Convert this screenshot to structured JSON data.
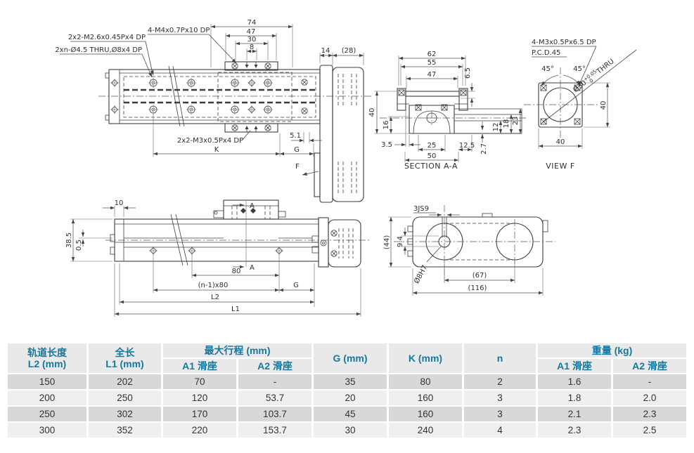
{
  "plan": {
    "callout_m26": "2x2-M2.6x0.45Px4 DP",
    "callout_drill": "2xn-Ø4.5 THRU,Ø8x4 DP",
    "callout_m4": "4-M4x0.7Px10 DP",
    "callout_m3": "2x2-M3x0.5Px4 DP",
    "d74": "74",
    "d47": "47",
    "d30": "30",
    "d8": "8",
    "d14": "14",
    "d28": "(28)",
    "d51": "5.1",
    "dk": "K",
    "dg": "G",
    "f": "F"
  },
  "section": {
    "title": "SECTION A-A",
    "d62": "62",
    "d55": "55",
    "d47": "47",
    "d6_5": "6.5",
    "d40": "40",
    "d16": "16",
    "d3_5": "3.5",
    "d25": "25",
    "d50": "50",
    "d12_5": "12.5",
    "d2_7": "2.7",
    "d12": "12",
    "d18": "18",
    "d23": "23"
  },
  "viewf": {
    "title": "VIEW F",
    "callout_m3": "4-M3x0.5Px6.5 DP",
    "pcd": "P.C.D.45",
    "bore": "Ø30",
    "bore_tol_up": "+0.05",
    "bore_tol_dn": "0",
    "bore_suffix": "THRU",
    "a45_left": "45°",
    "a45_right": "45°",
    "d40v": "40",
    "d40h": "40"
  },
  "side": {
    "d10": "10",
    "d38_5": "38.5",
    "d0_5": "0.5",
    "d80": "80",
    "dn": "(n-1)x80",
    "dg": "G",
    "dl2": "L2",
    "dl1": "L1",
    "a_top": "A",
    "a_bottom": "A"
  },
  "bottom": {
    "key": "3JS9",
    "d44": "(44)",
    "d9_4": "9.4",
    "bore": "Ø8H7",
    "d67": "(67)",
    "d116": "(116)"
  },
  "table": {
    "headers": {
      "l2_line1": "轨道长度",
      "l2_line2": "L2 (mm)",
      "l1_line1": "全长",
      "l1_line2": "L1 (mm)",
      "stroke": "最大行程 (mm)",
      "stroke_a1": "A1 滑座",
      "stroke_a2": "A2 滑座",
      "g": "G (mm)",
      "k": "K (mm)",
      "n": "n",
      "weight": "重量 (kg)",
      "weight_a1": "A1 滑座",
      "weight_a2": "A2 滑座"
    },
    "rows": [
      [
        "150",
        "202",
        "70",
        "-",
        "35",
        "80",
        "2",
        "1.6",
        "-"
      ],
      [
        "200",
        "250",
        "120",
        "53.7",
        "20",
        "160",
        "3",
        "1.8",
        "2.0"
      ],
      [
        "250",
        "302",
        "170",
        "103.7",
        "45",
        "160",
        "3",
        "2.1",
        "2.3"
      ],
      [
        "300",
        "352",
        "220",
        "153.7",
        "30",
        "240",
        "4",
        "2.3",
        "2.5"
      ]
    ]
  },
  "colors": {
    "header_text": "#16789e",
    "header_bg": "#e9e9e9",
    "row_dark": "#d8d8d8",
    "row_light": "#efefef",
    "line": "#3c3c3c"
  }
}
